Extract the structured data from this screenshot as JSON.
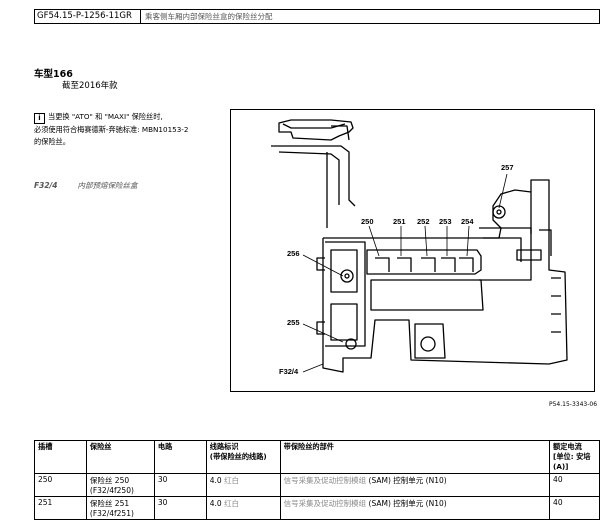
{
  "header": {
    "doc_id": "GF54.15-P-1256-11GR",
    "title": "乘客侧车厢内部保险丝盒的保险丝分配"
  },
  "model": "车型166",
  "year": "截至2016年款",
  "note": {
    "icon": "i",
    "line1": "当更换 \"ATO\" 和 \"MAXI\" 保险丝时,",
    "line2": "必须使用符合梅赛德斯-奔驰标准: MBN10153-2",
    "line3": "的保险丝。"
  },
  "component": {
    "code": "F32/4",
    "name": "内部预熔保险丝盒"
  },
  "diagram": {
    "labels": [
      "257",
      "250",
      "251",
      "252",
      "253",
      "254",
      "256",
      "255",
      "F32/4"
    ]
  },
  "figure_ref": "P54.15-3343-06",
  "table": {
    "headers": [
      "插槽",
      "保险丝",
      "电路",
      "线路标识\n(带保险丝的线路)",
      "带保险丝的部件",
      "额定电流\n[单位: 安培\n(A)]"
    ],
    "rows": [
      {
        "slot": "250",
        "fuse": "保险丝 250",
        "fuse_id": "(F32/4f250)",
        "circuit": "30",
        "wire": "4.0",
        "wire_color": "红白",
        "component_a": "信号采集及促动控制模组",
        "component_b": "(SAM) 控制单元 (N10)",
        "rating": "40"
      },
      {
        "slot": "251",
        "fuse": "保险丝 251",
        "fuse_id": "(F32/4f251)",
        "circuit": "30",
        "wire": "4.0",
        "wire_color": "红白",
        "component_a": "信号采集及促动控制模组",
        "component_b": "(SAM) 控制单元 (N10)",
        "rating": "40"
      }
    ]
  }
}
